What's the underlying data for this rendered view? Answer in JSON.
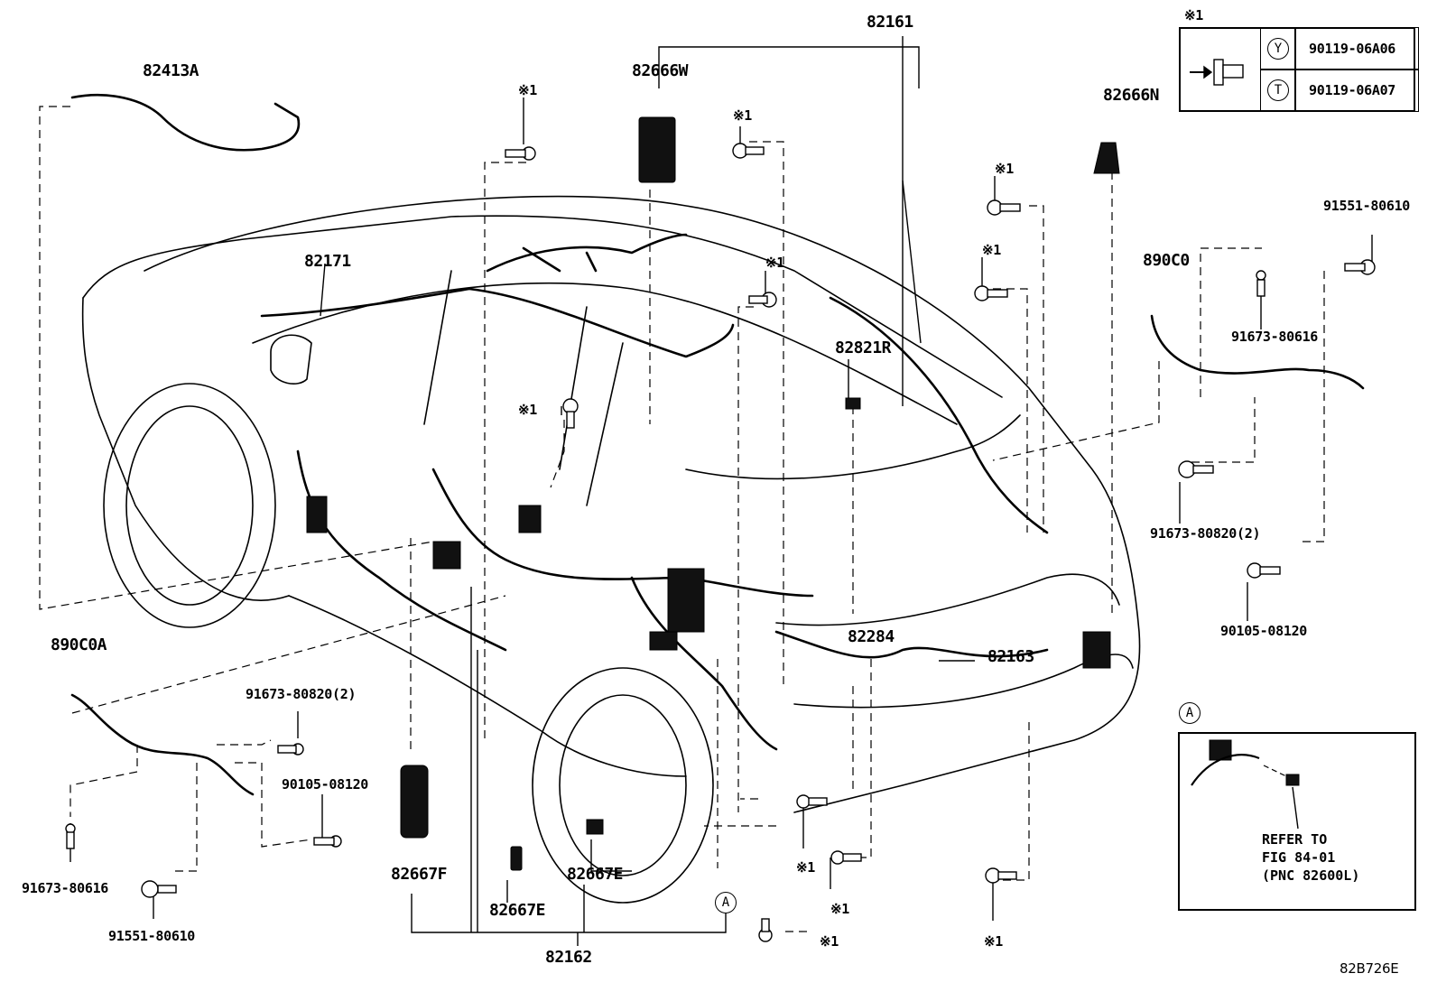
{
  "parts": {
    "p82161": "82161",
    "p82413A": "82413A",
    "p82666W": "82666W",
    "p82666N": "82666N",
    "p82171": "82171",
    "p82821R": "82821R",
    "p890C0": "890C0",
    "p91551_right": "91551-80610",
    "p91673_80616_right": "91673-80616",
    "p91673_80820_right": "91673-80820(2)",
    "p90105_right": "90105-08120",
    "p82284": "82284",
    "p82163": "82163",
    "p890C0A": "890C0A",
    "p91673_80820_left": "91673-80820(2)",
    "p90105_left": "90105-08120",
    "p91673_80616_left": "91673-80616",
    "p91551_left": "91551-80610",
    "p82667F": "82667F",
    "p82667E_a": "82667E",
    "p82667E_b": "82667E",
    "p82162": "82162"
  },
  "markers": {
    "note1": "※1",
    "ref_a": "A"
  },
  "legend": {
    "header": "※1",
    "row1_symbol": "Y",
    "row1_part": "90119-06A06",
    "row2_symbol": "T",
    "row2_part": "90119-06A07"
  },
  "detail": {
    "marker": "A",
    "refer_line1": "REFER TO",
    "refer_line2": "FIG 84-01",
    "refer_line3": "(PNC 82600L)"
  },
  "figure_code": "82B726E"
}
